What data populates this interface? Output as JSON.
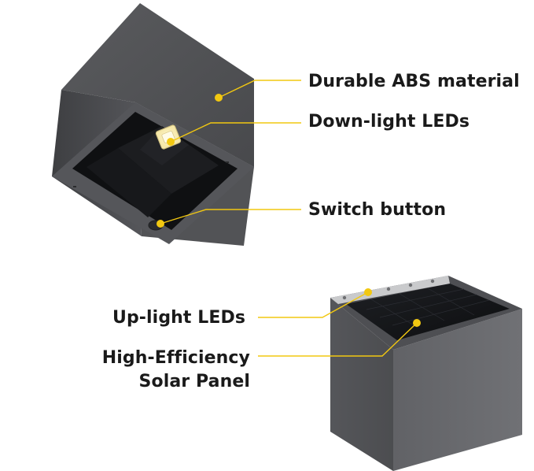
{
  "callouts": {
    "durable_abs": "Durable ABS material",
    "down_light": "Down-light LEDs",
    "switch_button": "Switch button",
    "up_light": "Up-light LEDs",
    "solar_line1": "High-Efficiency",
    "solar_line2": "Solar Panel"
  },
  "colors": {
    "accent": "#f2c811",
    "body_dark": "#4a4b4e",
    "body_mid": "#5b5c5f",
    "panel": "#141518",
    "text": "#1a1a1a"
  }
}
